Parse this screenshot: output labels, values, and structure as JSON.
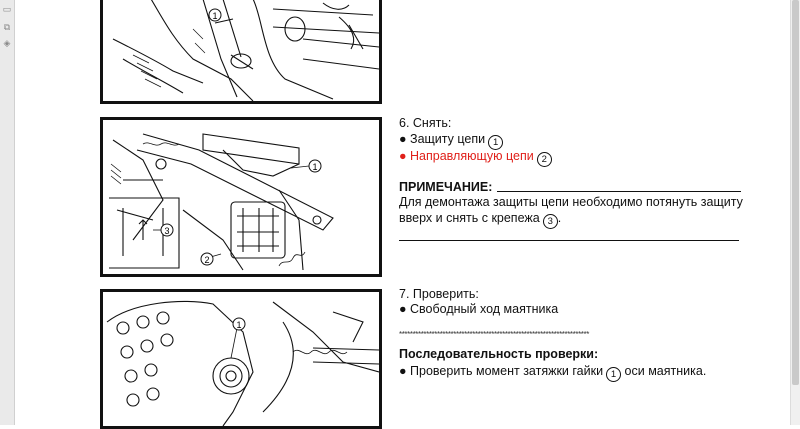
{
  "step6": {
    "heading": "6. Снять:",
    "item1_text": "● Защиту цепи",
    "item1_num": "1",
    "item2_text": "● Направляющую цепи",
    "item2_num": "2"
  },
  "note": {
    "title": "ПРИМЕЧАНИЕ:",
    "line1": "Для демонтажа защиты цепи необходимо потянуть защиту",
    "line2": "вверх и снять с крепежа",
    "line2_num": "3",
    "line2_end": "."
  },
  "step7": {
    "heading": "7. Проверить:",
    "item1": "● Свободный ход маятника"
  },
  "separator": "**********************************************************************",
  "sequence": {
    "title": "Последовательность проверки:",
    "item_text": "● Проверить момент затяжки гайки",
    "item_num": "1",
    "item_end": "оси маятника."
  },
  "figures": {
    "fig1_callout": "1",
    "fig2_callout1": "1",
    "fig2_callout2": "2",
    "fig2_callout3": "3",
    "fig3_callout": "1"
  },
  "colors": {
    "highlight": "#e0201a",
    "line": "#111111"
  }
}
